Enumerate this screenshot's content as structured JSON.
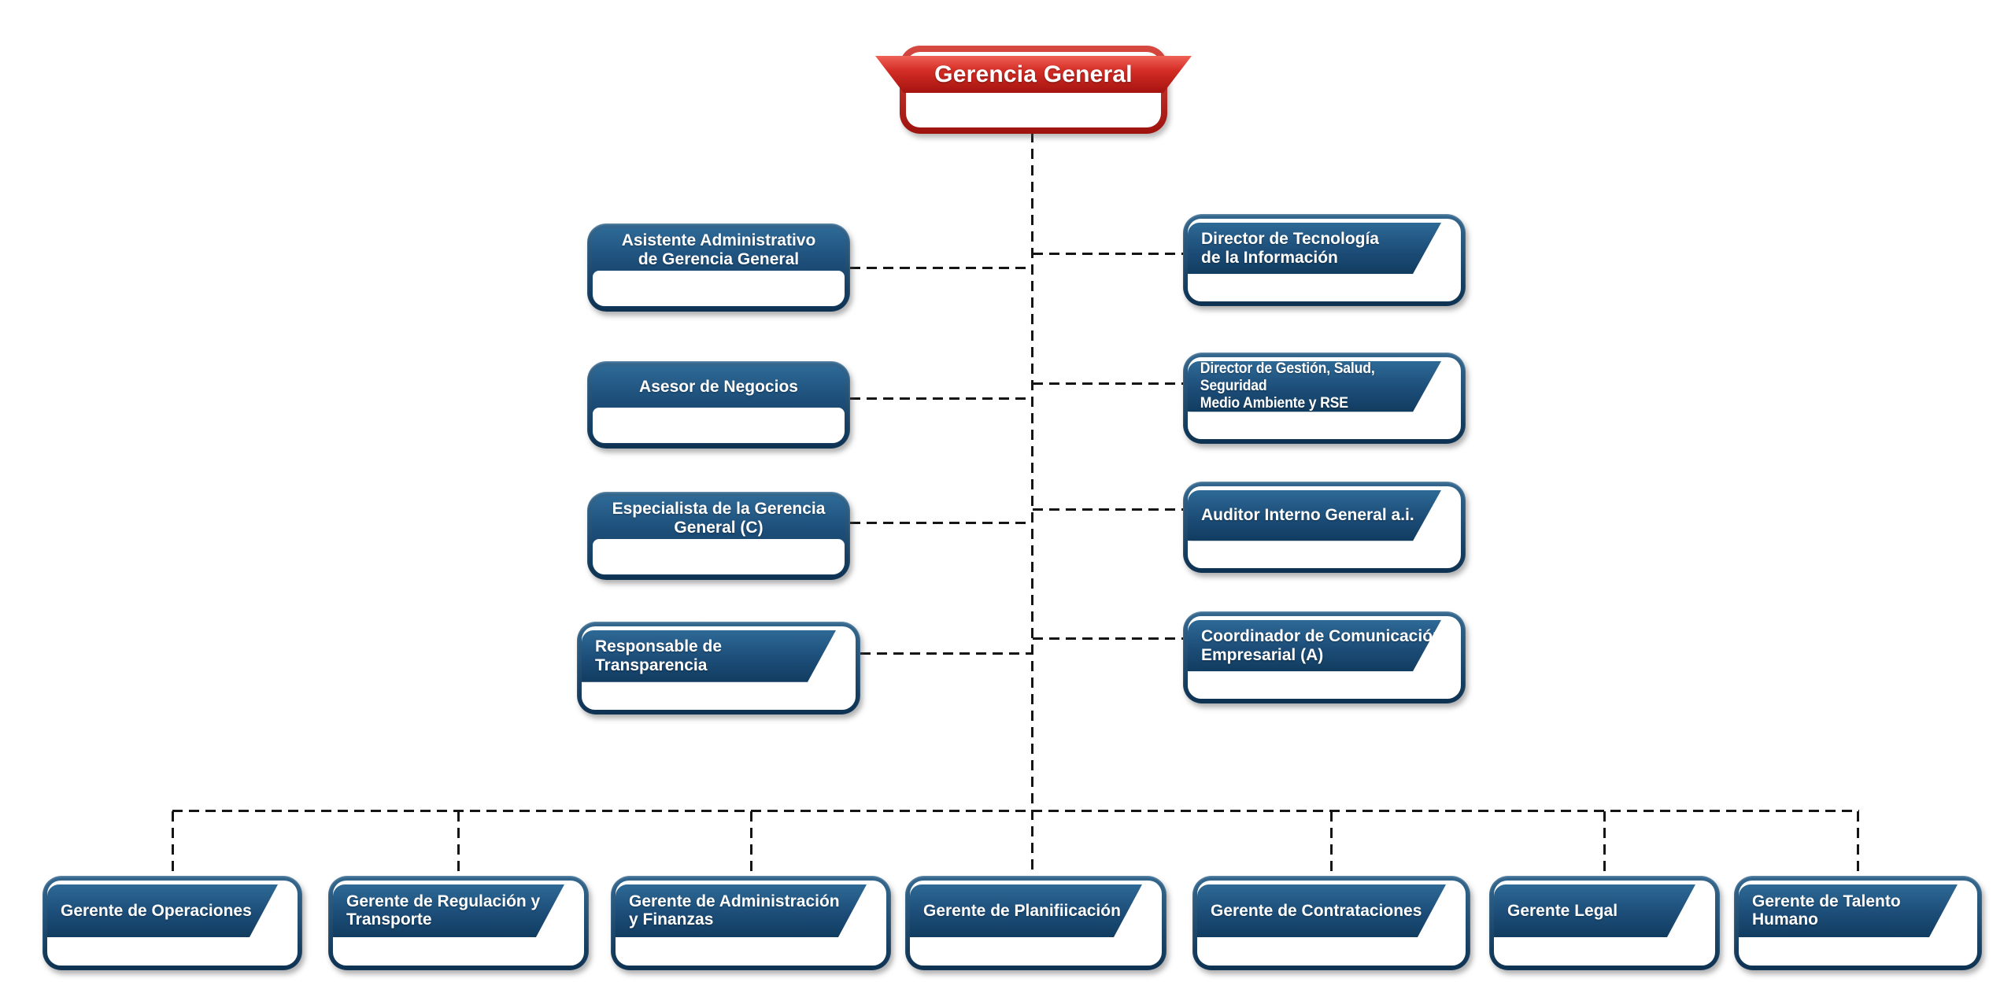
{
  "colors": {
    "navy_light": "#2e6996",
    "navy": "#1c4d78",
    "navy_dark": "#0d3151",
    "red_light": "#ef6156",
    "red": "#d32d25",
    "red_dark": "#9e120e",
    "connector_line": "#151515",
    "label_text": "#ffffff",
    "background": "#ffffff"
  },
  "org_chart": {
    "root": {
      "label": "Gerencia General"
    },
    "staff_left": [
      {
        "label": "Asistente Administrativo\nde Gerencia General"
      },
      {
        "label": "Asesor de Negocios"
      },
      {
        "label": "Especialista de la Gerencia\nGeneral (C)"
      },
      {
        "label": "Responsable de\nTransparencia"
      }
    ],
    "staff_right": [
      {
        "label": "Director de Tecnología\nde la Información"
      },
      {
        "label": "Director de Gestión, Salud, Seguridad\nMedio Ambiente y RSE"
      },
      {
        "label": "Auditor Interno General a.i."
      },
      {
        "label": "Coordinador de Comunicación\nEmpresarial (A)"
      }
    ],
    "managers": [
      {
        "label": "Gerente de Operaciones"
      },
      {
        "label": "Gerente de Regulación y\nTransporte"
      },
      {
        "label": "Gerente de Administración\ny Finanzas"
      },
      {
        "label": "Gerente de Planifiicación"
      },
      {
        "label": "Gerente de Contrataciones"
      },
      {
        "label": "Gerente Legal"
      },
      {
        "label": "Gerente de Talento\nHumano"
      }
    ]
  }
}
